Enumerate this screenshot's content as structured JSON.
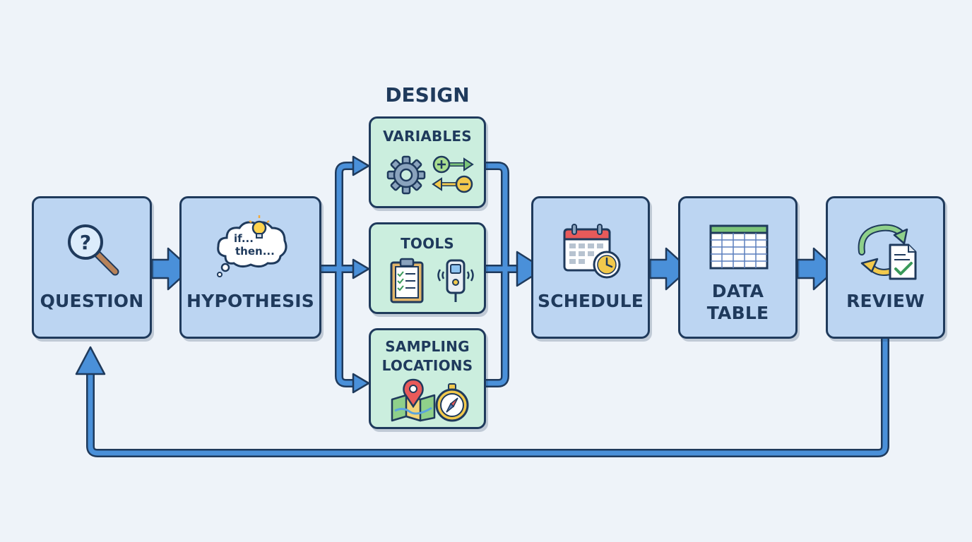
{
  "design": {
    "title": "DESIGN"
  },
  "nodes": {
    "question": {
      "label": "QUESTION"
    },
    "hypothesis": {
      "label": "HYPOTHESIS",
      "bubble_if": "if...",
      "bubble_then": "then..."
    },
    "variables": {
      "label": "VARIABLES"
    },
    "tools": {
      "label": "TOOLS"
    },
    "sampling": {
      "line1": "SAMPLING",
      "line2": "LOCATIONS"
    },
    "schedule": {
      "label": "SCHEDULE"
    },
    "data_table": {
      "line1": "DATA",
      "line2": "TABLE"
    },
    "review": {
      "label": "REVIEW"
    }
  },
  "colors": {
    "outline": "#1f3a5c",
    "arrow": "#4a90d9",
    "node_blue": "#bcd5f2",
    "node_green": "#cbeede",
    "background": "#eef3f9"
  }
}
